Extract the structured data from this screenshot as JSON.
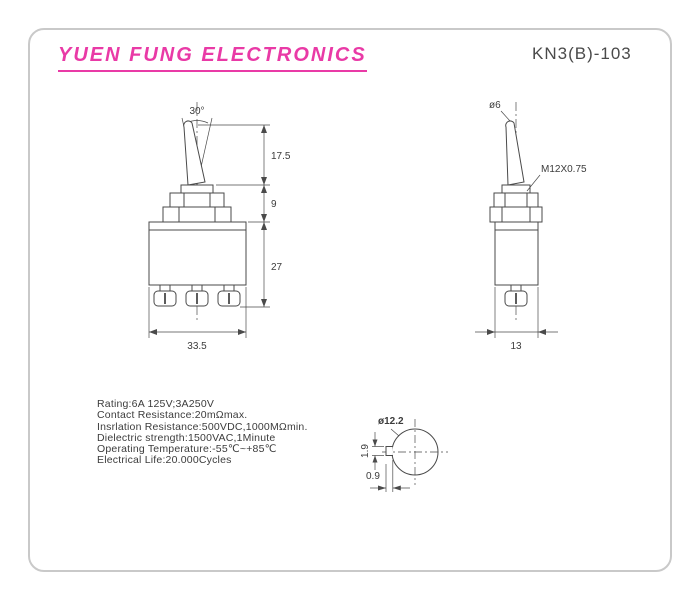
{
  "header": {
    "company": "YUEN FUNG ELECTRONICS",
    "model": "KN3(B)-103"
  },
  "front_view": {
    "angle_label": "30°",
    "dim_lever_height": "17.5",
    "dim_bushing_height": "9",
    "dim_body_height": "27",
    "dim_body_width": "33.5"
  },
  "side_view": {
    "dim_lever_dia": "ø6",
    "thread_label": "M12X0.75",
    "dim_body_depth": "13"
  },
  "panel_cutout": {
    "dim_hole_dia": "ø12.2",
    "dim_key_height": "1.9",
    "dim_key_depth": "0.9"
  },
  "specs": {
    "lines": [
      "Rating:6A 125V;3A250V",
      "Contact Resistance:20mΩmax.",
      "Insrlation Resistance:500VDC,1000MΩmin.",
      "Dielectric strength:1500VAC,1Minute",
      "Operating Temperature:-55℃~+85℃",
      "Electrical Life:20.000Cycles"
    ]
  },
  "colors": {
    "brand_magenta": "#e93aa6",
    "drawing_line": "#4a4a4a",
    "border_gray": "#c9c9c9"
  }
}
